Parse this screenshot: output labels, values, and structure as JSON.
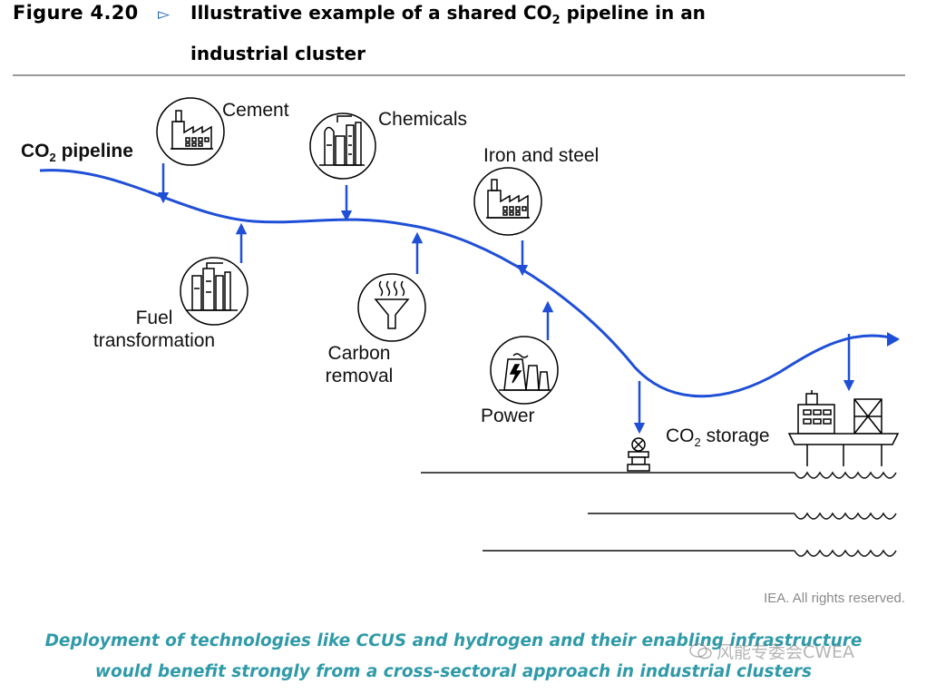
{
  "header": {
    "figure_number": "Figure 4.20",
    "title_line1_prefix": "Illustrative example of a shared CO",
    "title_line1_sub": "2",
    "title_line1_suffix": " pipeline in an",
    "title_line2": "industrial cluster"
  },
  "diagram": {
    "pipeline_label_prefix": "CO",
    "pipeline_label_sub": "2",
    "pipeline_label_suffix": " pipeline",
    "nodes": {
      "cement": "Cement",
      "chemicals": "Chemicals",
      "iron_steel": "Iron and steel",
      "fuel_line1": "Fuel",
      "fuel_line2": "transformation",
      "carbon_line1": "Carbon",
      "carbon_line2": "removal",
      "power": "Power",
      "storage_prefix": "CO",
      "storage_sub": "2",
      "storage_suffix": " storage"
    },
    "icons": [
      "factory-icon",
      "chemical-plant-icon",
      "factory-icon",
      "refinery-icon",
      "funnel-icon",
      "power-plant-icon",
      "wellhead-icon",
      "offshore-platform-icon"
    ],
    "colors": {
      "pipeline": "#1f4fd6",
      "arrow": "#1f4fd6",
      "icon": "#000000"
    }
  },
  "footer": {
    "copyright": "IEA. All rights reserved.",
    "caption_line1": "Deployment of technologies like CCUS and hydrogen and their enabling infrastructure",
    "caption_line2": "would benefit strongly from a cross-sectoral approach in industrial clusters",
    "watermark": "风能专委会CWEA"
  }
}
